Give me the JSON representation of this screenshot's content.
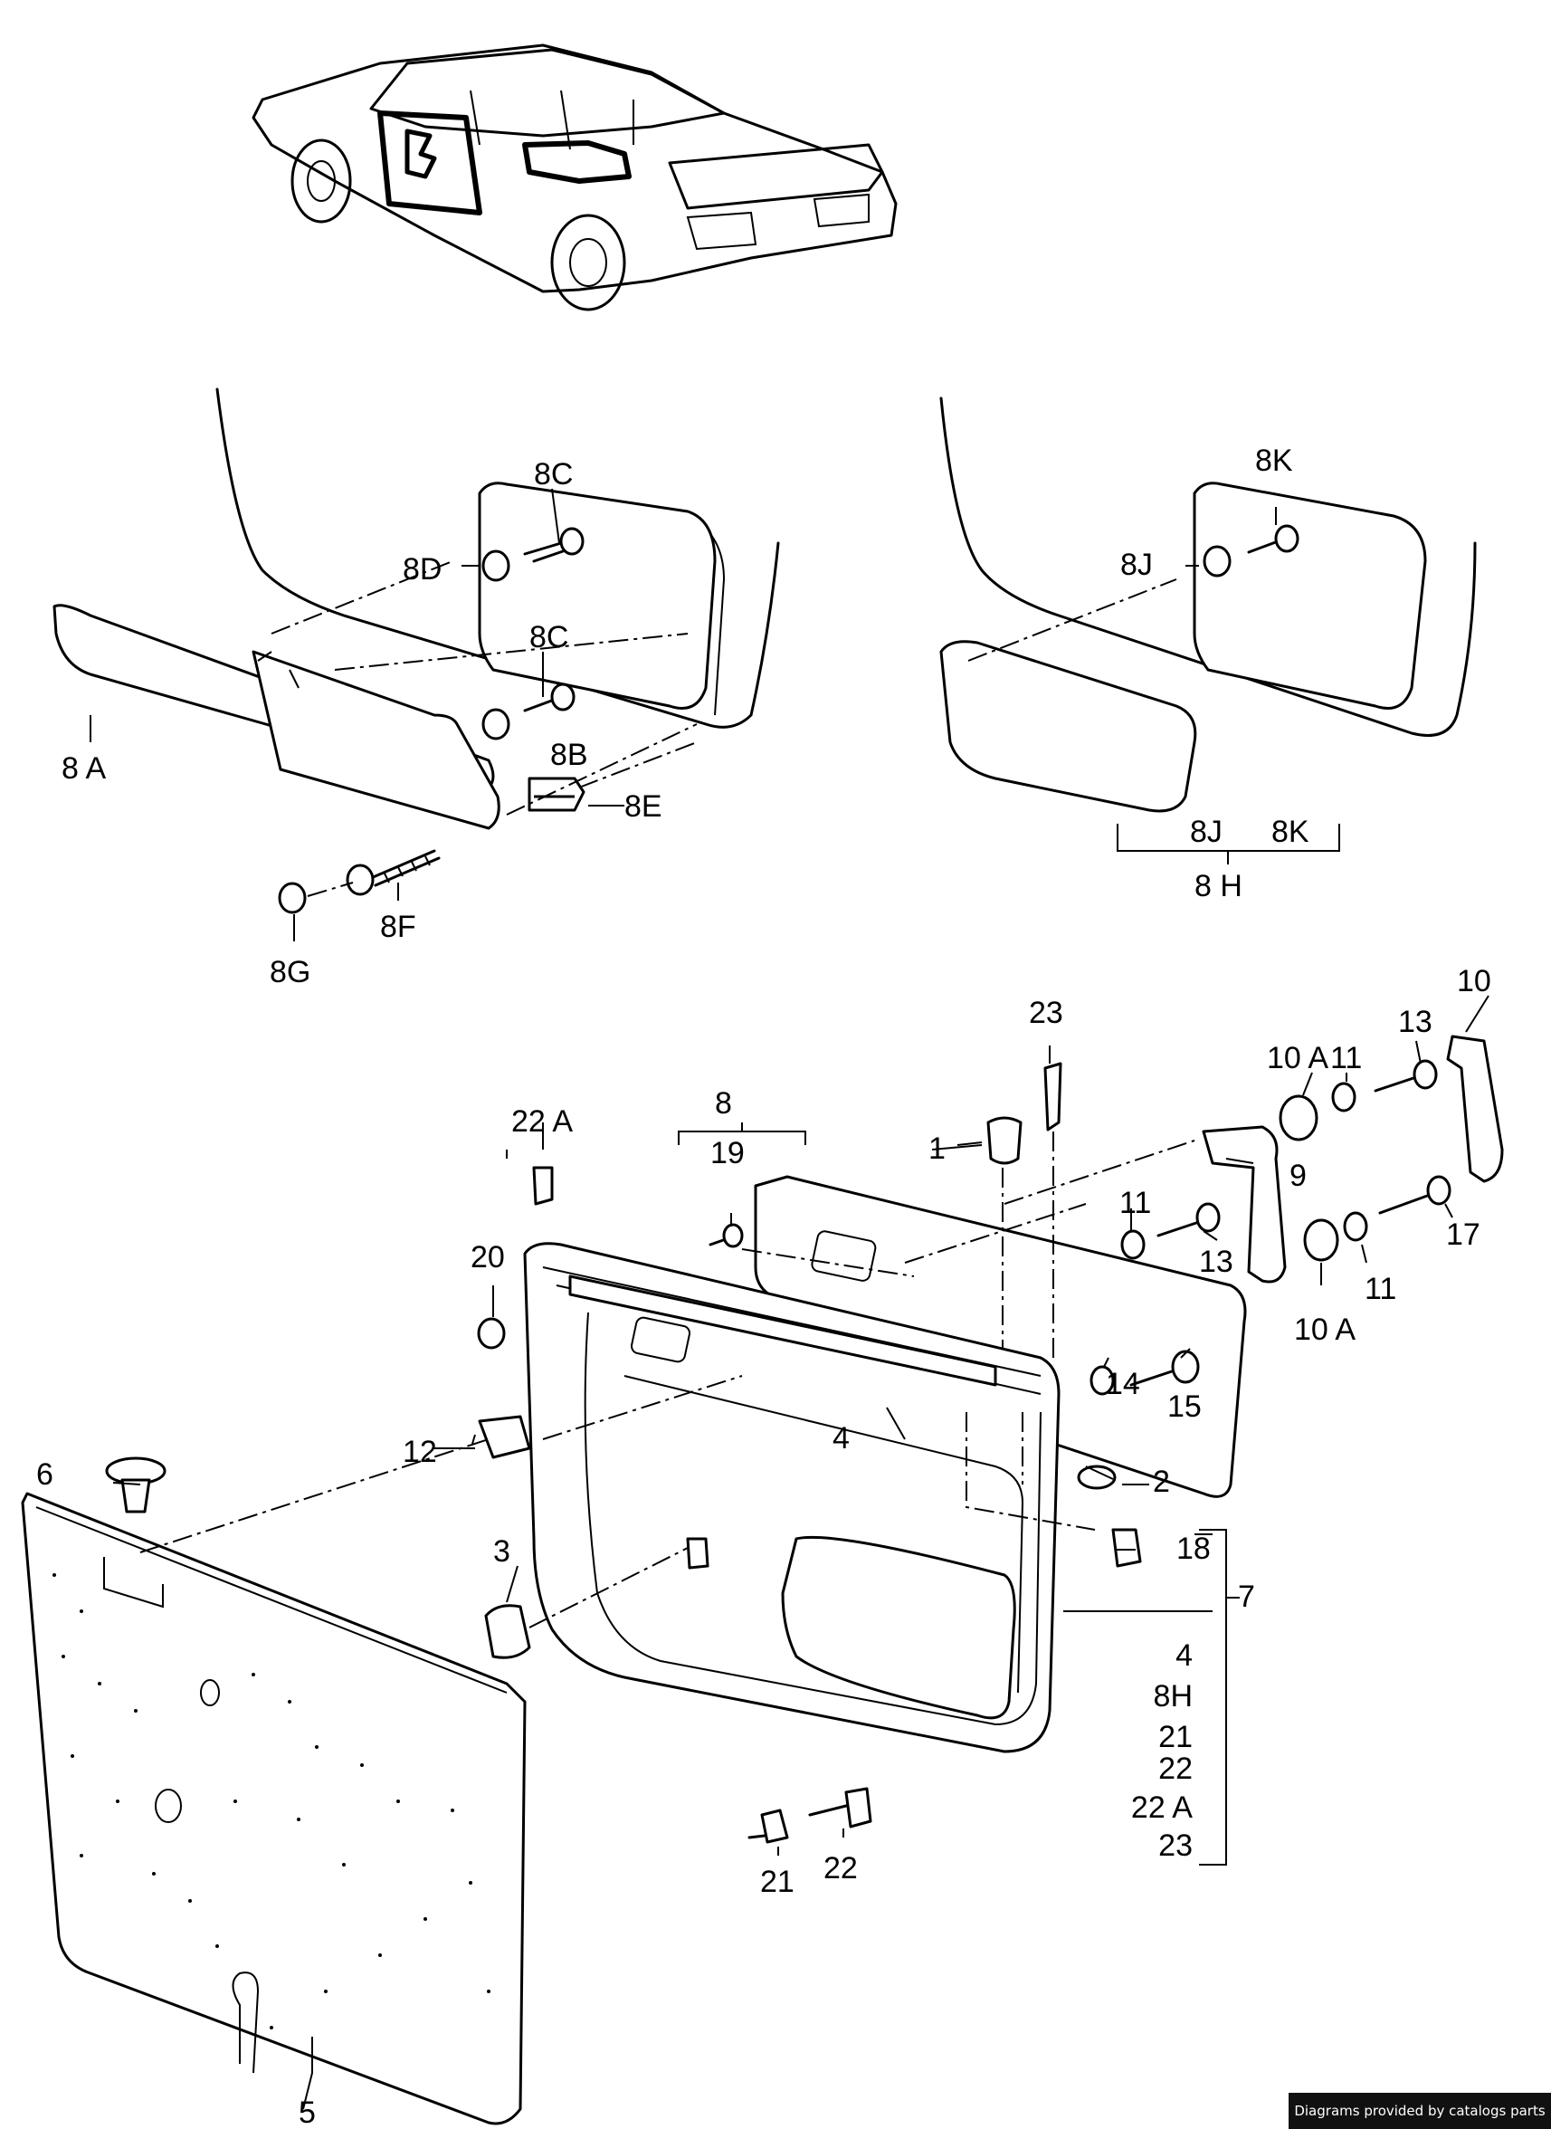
{
  "labels": {
    "p8A": "8 A",
    "p8B": "8B",
    "p8C_top": "8C",
    "p8C_mid": "8C",
    "p8D": "8D",
    "p8E": "8E",
    "p8F": "8F",
    "p8G": "8G",
    "p8K_top": "8K",
    "p8J_left": "8J",
    "p8J_bracket": "8J",
    "p8K_bracket": "8K",
    "p8H": "8 H",
    "p1": "1",
    "p2": "2",
    "p3": "3",
    "p4": "4",
    "p5": "5",
    "p6": "6",
    "p7": "7",
    "p8": "8",
    "p9": "9",
    "p10": "10",
    "p10A_top": "10 A",
    "p10A_bottom": "10 A",
    "p11_top": "11",
    "p11_mid": "11",
    "p11_bottom": "11",
    "p12": "12",
    "p13_top": "13",
    "p13_mid": "13",
    "p14": "14",
    "p15": "15",
    "p17": "17",
    "p18": "18",
    "p19": "19",
    "p20": "20",
    "p21": "21",
    "p22": "22",
    "p22A": "22 A",
    "p23": "23"
  },
  "group7_list": [
    "4",
    "8H",
    "21",
    "22",
    "22 A",
    "23"
  ],
  "credit": "Diagrams provided by catalogs parts"
}
